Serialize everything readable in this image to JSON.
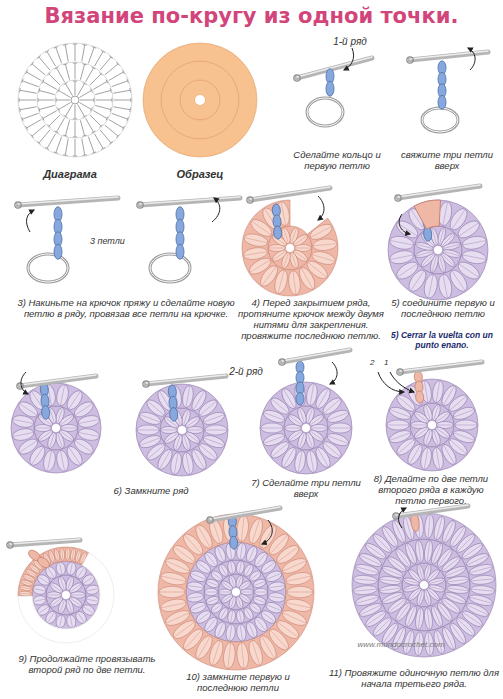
{
  "diagram": {
    "title": "Вязание по-кругу из одной точки.",
    "labels": [
      "1-й ряд",
      "Сделайте кольцо и первую петлю",
      "свяжите три петли вверх",
      "Диаграма",
      "Образец",
      "3 петли",
      "3) Накиньте на крючок пряжу и сделайте новую петлю в ряду, провязав все петли на крючке.",
      "4) Перед закрытием ряда, протяните крючок между двумя нитями для закрепления. провяжите последнюю петлю.",
      "5) соедините первую и последнюю петлю",
      "5) Cerrar la vuelta con un punto enano.",
      "2-й ряд",
      "2",
      "1",
      "6) Замкните ряд",
      "7) Сделайте три петли вверх",
      "8) Делайте по две петли второго ряда в каждую петлю первого.",
      "9) Продолжайте провязывать второй ряд по две петли.",
      "10) замкните первую и последнюю петли",
      "11) Провяжите одиночную петлю для начала третьего ряда.",
      "www.mundocrochet.com"
    ]
  }
}
